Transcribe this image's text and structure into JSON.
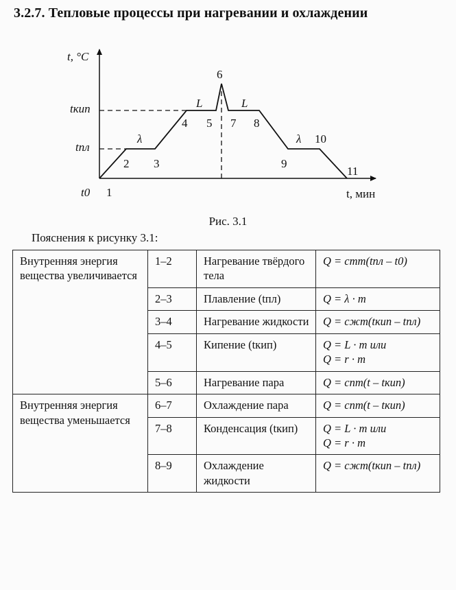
{
  "heading": "3.2.7. Тепловые процессы при нагревании и охлаждении",
  "figure": {
    "y_axis_label": "t, °C",
    "x_axis_label": "t, мин",
    "t_boil_label": "tкип",
    "t_melt_label": "tпл",
    "t0_label": "t0",
    "lambda_label": "λ",
    "L_label": "L",
    "point_labels": [
      "1",
      "2",
      "3",
      "4",
      "5",
      "6",
      "7",
      "8",
      "9",
      "10",
      "11"
    ],
    "caption": "Рис. 3.1"
  },
  "intro": "Пояснения к рисунку 3.1:",
  "table": {
    "group_increase": "Внутренняя энергия вещества увеличивается",
    "group_decrease": "Внутренняя энергия вещества уменьшается",
    "rows": [
      {
        "code": "1–2",
        "process": "Нагревание твёрдого тела",
        "formula": [
          "Q = cтm(tпл – t0)"
        ]
      },
      {
        "code": "2–3",
        "process": "Плавление (tпл)",
        "formula": [
          "Q = λ · m"
        ]
      },
      {
        "code": "3–4",
        "process": "Нагревание жидкости",
        "formula": [
          "Q = cжm(tкип – tпл)"
        ]
      },
      {
        "code": "4–5",
        "process": "Кипение (tкип)",
        "formula": [
          "Q = L · m или",
          "Q = r · m"
        ]
      },
      {
        "code": "5–6",
        "process": "Нагревание пара",
        "formula": [
          "Q = cпm(t – tкип)"
        ]
      },
      {
        "code": "6–7",
        "process": "Охлаждение пара",
        "formula": [
          "Q = cпm(t – tкип)"
        ]
      },
      {
        "code": "7–8",
        "process": "Конденсация (tкип)",
        "formula": [
          "Q = L · m или",
          "Q = r · m"
        ]
      },
      {
        "code": "8–9",
        "process": "Охлаждение жидкости",
        "formula": [
          "Q = cжm(tкип – tпл)"
        ]
      }
    ]
  }
}
